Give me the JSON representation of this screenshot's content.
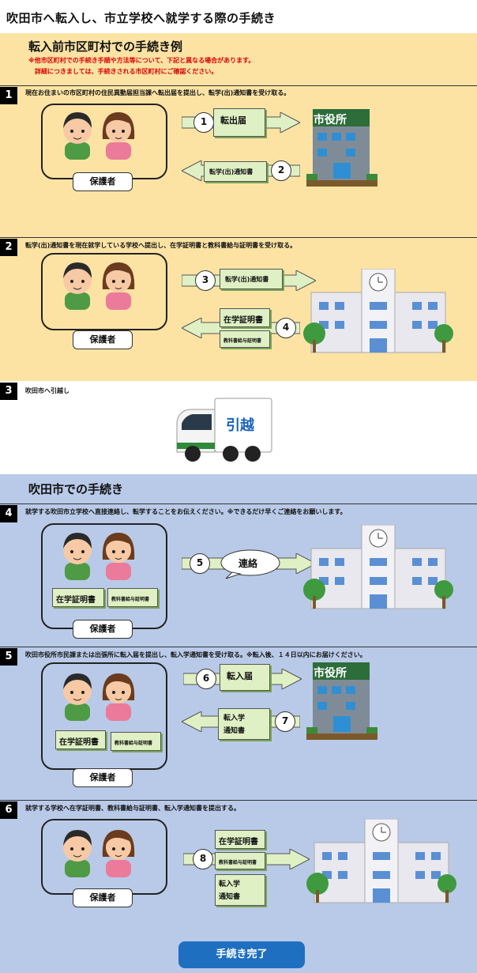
{
  "title": "吹田市へ転入し、市立学校へ就学する際の手続き",
  "sections": {
    "before": {
      "heading": "転入前市区町村での手続き例",
      "note1": "※他市区町村での手続き手順や方法等について、下記と異なる場合があります。",
      "note2": "詳細につきましては、手続きされる市区町村にご確認ください。"
    },
    "after": {
      "heading": "吹田市での手続き"
    }
  },
  "steps": [
    {
      "num": "1",
      "text": "現在お住まいの市区町村の住民異動届担当課へ転出届を提出し、転学(出)通知書を受け取る。"
    },
    {
      "num": "2",
      "text": "転学(出)通知書を現在就学している学校へ提出し、在学証明書と教科書給与証明書を受け取る。"
    },
    {
      "num": "3",
      "text": "吹田市へ引越し"
    },
    {
      "num": "4",
      "text": "就学する吹田市立学校へ直接連絡し、転学することをお伝えください。※できるだけ早くご連絡をお願いします。"
    },
    {
      "num": "5",
      "text": "吹田市役所市民課または出張所に転入届を提出し、転入学通知書を受け取る。※転入後、１４日以内にお届けください。"
    },
    {
      "num": "6",
      "text": "就学する学校へ在学証明書、教科書給与証明書、転入学通知書を提出する。"
    }
  ],
  "guardian": "保護者",
  "city_hall": "市役所",
  "truck_text": "引越",
  "docs": {
    "tenshutsu": "転出届",
    "tengaku": "転学(出)通知書",
    "zaigaku": "在学証明書",
    "kyokasho": "教科書給与証明書",
    "tennyu": "転入届",
    "tennyugaku1": "転入学",
    "tennyugaku2": "通知書",
    "renraku": "連絡"
  },
  "circles": [
    "1",
    "2",
    "3",
    "4",
    "5",
    "6",
    "7",
    "8"
  ],
  "button": "手続き完了"
}
